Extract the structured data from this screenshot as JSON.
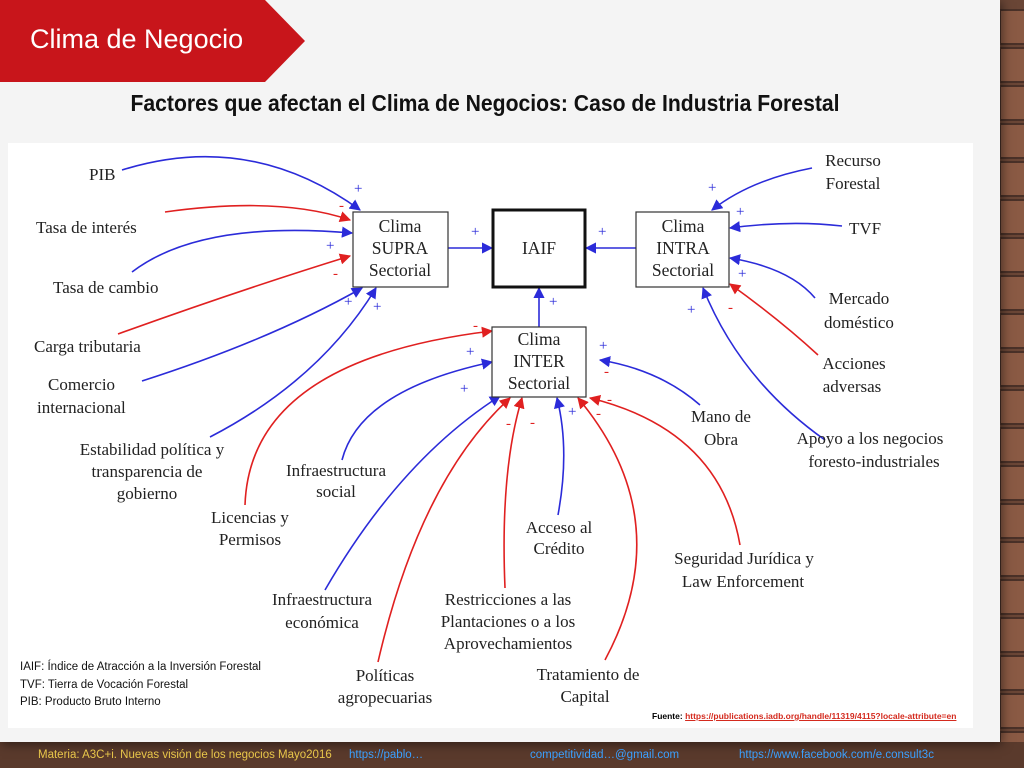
{
  "header": {
    "tag": "Clima de Negocio",
    "title": "Factores que afectan el Clima de Negocios: Caso de Industria Forestal"
  },
  "colors": {
    "positive": "#2b2bd9",
    "negative": "#e02020",
    "tag": "#c8151b",
    "link": "#d42a1e"
  },
  "diagram": {
    "boxes": {
      "iaif": "IAIF",
      "supra": [
        "Clima",
        "SUPRA",
        "Sectorial"
      ],
      "intra": [
        "Clima",
        "INTRA",
        "Sectorial"
      ],
      "inter": [
        "Clima",
        "INTER",
        "Sectorial"
      ]
    },
    "factors": {
      "pib": [
        "PIB"
      ],
      "tasa_interes": [
        "Tasa de interés"
      ],
      "tasa_cambio": [
        "Tasa de cambio"
      ],
      "carga_tributaria": [
        "Carga tributaria"
      ],
      "comercio": [
        "Comercio",
        "internacional"
      ],
      "estabilidad": [
        "Estabilidad política y",
        "transparencia de",
        "gobierno"
      ],
      "licencias": [
        "Licencias y",
        "Permisos"
      ],
      "infra_social": [
        "Infraestructura",
        "social"
      ],
      "infra_economica": [
        "Infraestructura",
        "económica"
      ],
      "politicas": [
        "Políticas",
        "agropecuarias"
      ],
      "restricciones": [
        "Restricciones a las",
        "Plantaciones o a los",
        "Aprovechamientos"
      ],
      "tratamiento": [
        "Tratamiento de",
        "Capital"
      ],
      "credito": [
        "Acceso al",
        "Crédito"
      ],
      "seguridad": [
        "Seguridad Jurídica y",
        "Law Enforcement"
      ],
      "mano_obra": [
        "Mano de",
        "Obra"
      ],
      "apoyo": [
        "Apoyo a los negocios",
        "foresto-industriales"
      ],
      "recurso": [
        "Recurso",
        "Forestal"
      ],
      "tvf": [
        "TVF"
      ],
      "mercado": [
        "Mercado",
        "doméstico"
      ],
      "acciones": [
        "Acciones",
        "adversas"
      ]
    }
  },
  "legend": {
    "iaif": "IAIF: Índice de Atracción a la Inversión Forestal",
    "tvf": "TVF: Tierra de Vocación Forestal",
    "pib": "PIB: Producto Bruto Interno"
  },
  "source": {
    "label": "Fuente:",
    "url": "https://publications.iadb.org/handle/11319/4115?locale-attribute=en"
  },
  "footer": {
    "materia": "Materia: A3C+i. Nuevas visión de los negocios Mayo2016",
    "link1": "https://pablo…",
    "link2": "competitividad…@gmail.com",
    "link3": "https://www.facebook.com/e.consult3c"
  }
}
